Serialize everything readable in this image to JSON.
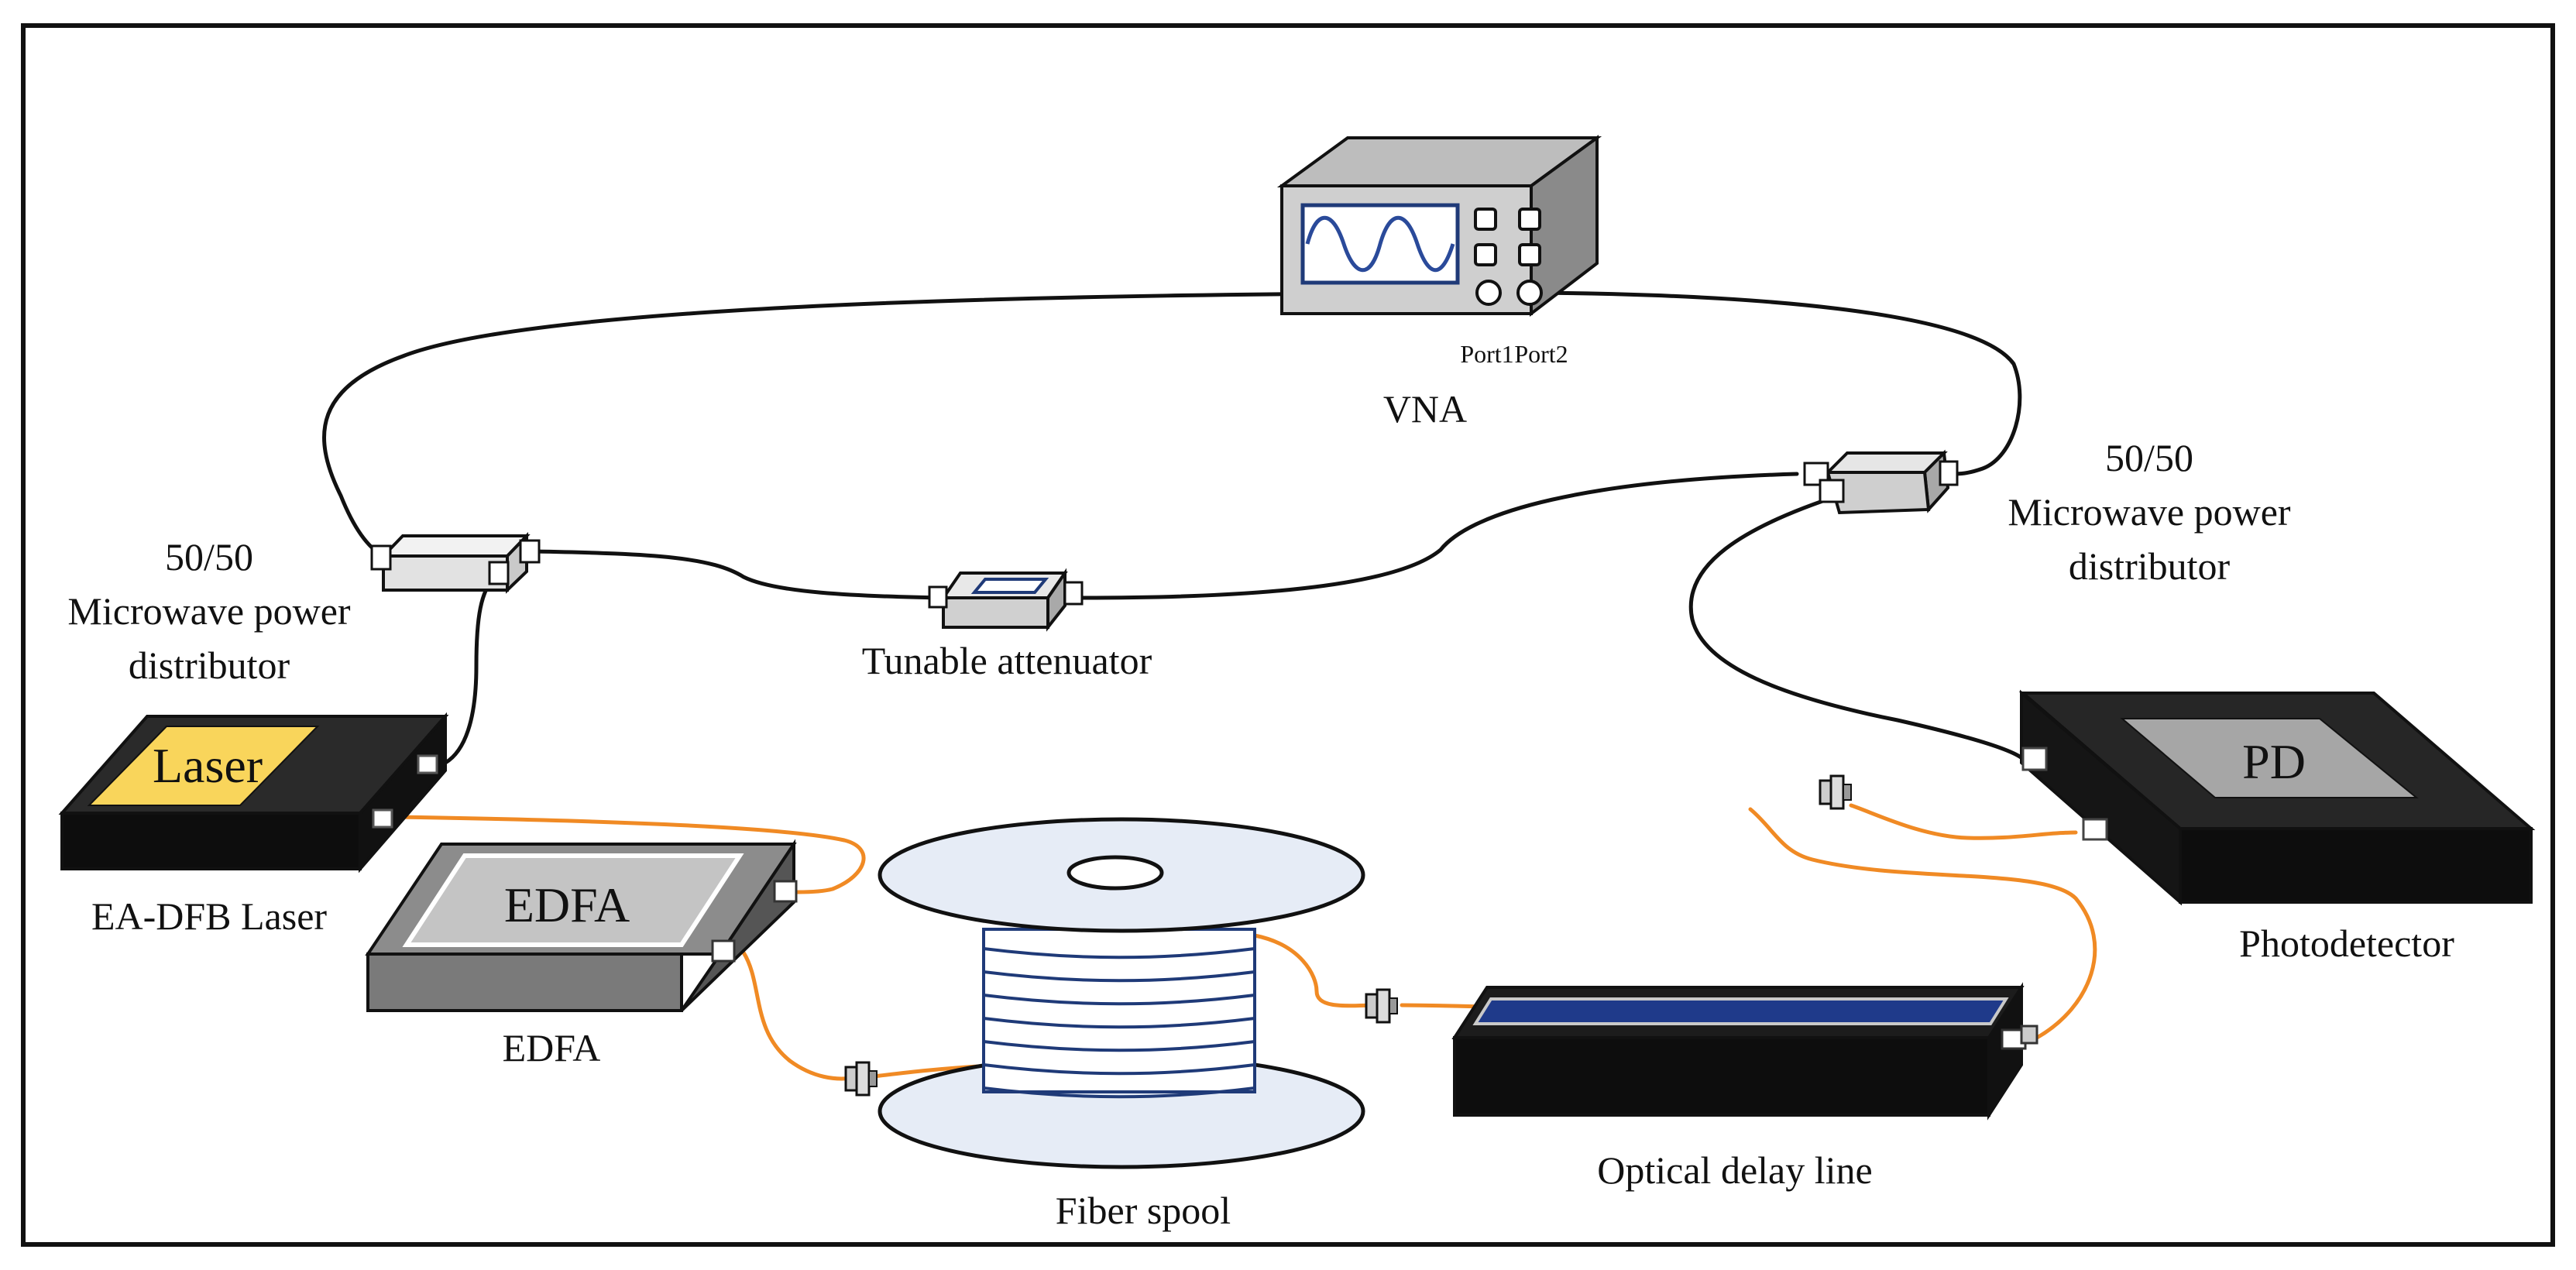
{
  "diagram": {
    "colors": {
      "fiber": "#f08a24",
      "cable": "#111111",
      "laser_window": "#f9d55b",
      "vna_screen_border": "#1f3a78",
      "vna_wave": "#2a4a9a",
      "delay_strip": "#1f3a8a",
      "device_black": "#0d0d0d",
      "device_grey": "#7a7a7a"
    },
    "labels": {
      "vna": "VNA",
      "port1": "Port1",
      "port2": "Port2",
      "splitter_left_ratio": "50/50",
      "splitter_left_line1": "Microwave power",
      "splitter_left_line2": "distributor",
      "splitter_right_ratio": "50/50",
      "splitter_right_line1": "Microwave power",
      "splitter_right_line2": "distributor",
      "attenuator": "Tunable attenuator",
      "laser_inner": "Laser",
      "laser": "EA-DFB Laser",
      "edfa_inner": "EDFA",
      "edfa": "EDFA",
      "fiber_spool": "Fiber spool",
      "delay_line": "Optical delay line",
      "pd_inner": "PD",
      "photodetector": "Photodetector"
    }
  }
}
